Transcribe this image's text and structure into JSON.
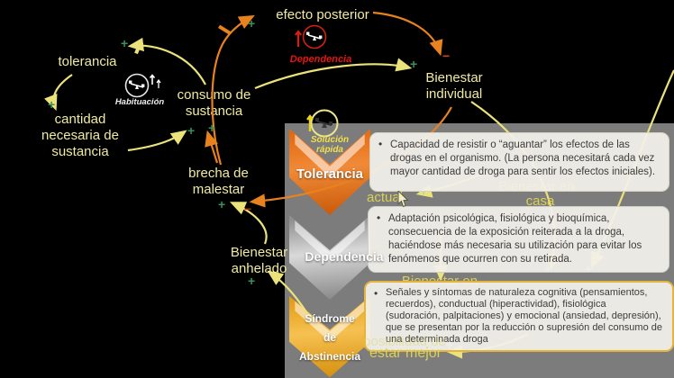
{
  "diagram": {
    "nodes": {
      "efecto_posterior": "efecto posterior",
      "tolerancia": "tolerancia",
      "cantidad_necesaria": "cantidad\nnecesaria de\nsustancia",
      "consumo": "consumo de\nsustancia",
      "brecha": "brecha de\nmalestar",
      "bienestar_individual": "Bienestar\nindividual",
      "bienestar_anhelado": "Bienestar\nanhelado",
      "bienestar_actual_fragment": "actual",
      "bienestar_en_casa_line1": "Bienestar en",
      "bienestar_en_casa_line2": "casa",
      "bienestar_en_2": "Bienestar en",
      "posibilidad_de": "posibilidad de",
      "estar_mejor": "estar mejor"
    },
    "loop_labels": {
      "habituacion": "Habituación",
      "dependencia": "Dependencia"
    },
    "polarity_marks": [
      {
        "text": "+"
      },
      {
        "text": "+"
      },
      {
        "text": "+"
      },
      {
        "text": "+"
      },
      {
        "text": "+"
      },
      {
        "text": "−"
      },
      {
        "text": "+"
      },
      {
        "text": "−"
      },
      {
        "text": "+"
      },
      {
        "text": "+"
      },
      {
        "text": "+"
      },
      {
        "text": "+"
      },
      {
        "text": "+"
      },
      {
        "text": "+"
      }
    ]
  },
  "overlay": {
    "chevrons": [
      {
        "tag": "Solución\nrápida",
        "title": "Tolerancia",
        "color": "#e87420"
      },
      {
        "tag": "",
        "title": "Dependencia",
        "color": "#b3b3b3"
      },
      {
        "tag": "",
        "title": "Síndrome\nde\nAbstinencia",
        "color": "#f0ad2e"
      }
    ],
    "boxes": [
      {
        "bullet": "•",
        "text": "Capacidad de resistir o “aguantar” los efectos de las drogas en el organismo. (La persona necesitará cada vez mayor cantidad de droga para sentir los efectos iniciales)."
      },
      {
        "bullet": "•",
        "text": "Adaptación psicológica, fisiológica y bioquímica, consecuencia de la exposición reiterada a la droga, haciéndose más necesaria su utilización para evitar los fenómenos que ocurren con su retirada."
      },
      {
        "bullet": "•",
        "text": "Señales y síntomas de naturaleza cognitiva (pensamientos, recuerdos), conductual (hiperactividad), fisiológica (sudoración, palpitaciones) y emocional (ansiedad, depresión), que se presentan por la reducción o supresión del consumo de una determinada droga"
      }
    ]
  },
  "colors": {
    "background": "#000000",
    "slide_gray": "#7c7c7c",
    "node_yellow": "#f0eb9e",
    "curve_yellow": "#ebe37a",
    "curve_orange": "#e8821e",
    "positive_green": "#37915a",
    "positive_teal": "#9fd8cf",
    "negative_red": "#c2270d",
    "dependencia_red": "#e8150e",
    "box_bg": "#f2f0e9",
    "box3_border": "#e5b43c"
  }
}
